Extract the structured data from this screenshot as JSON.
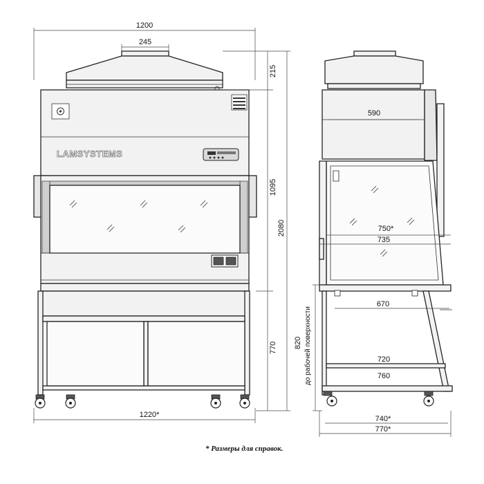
{
  "front_view": {
    "overall_width": "1200",
    "exhaust_width": "245",
    "hood_height": "215",
    "cabinet_height": "1095",
    "total_height": "2080",
    "stand_height": "770",
    "base_width": "1220*",
    "brand": "LAMSYSTEMS"
  },
  "side_view": {
    "top_depth": "590",
    "window_depth": "750*",
    "work_depth": "735",
    "tray_depth": "670",
    "frame_depth_inner": "720",
    "frame_depth_outer": "760",
    "work_height": "820",
    "work_height_note": "до рабочей поверхности",
    "base_depth_inner": "740*",
    "base_depth_outer": "770*"
  },
  "footnote": "* Размеры для справок."
}
